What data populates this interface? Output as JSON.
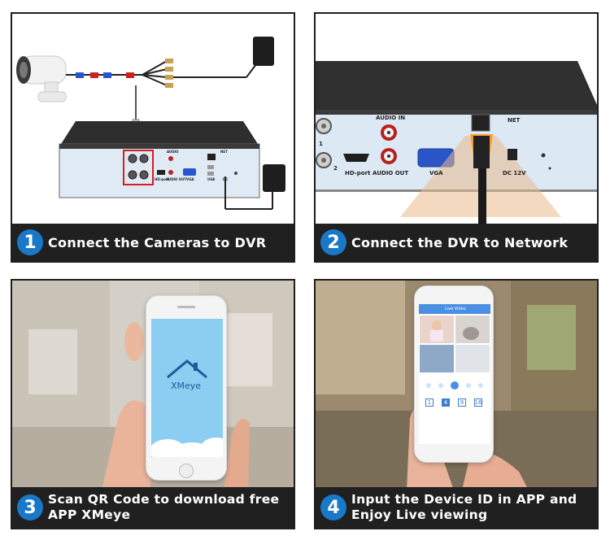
{
  "steps": [
    {
      "number": "1",
      "text": "Connect the Cameras to DVR"
    },
    {
      "number": "2",
      "text": "Connect the DVR to Network"
    },
    {
      "number": "3",
      "line1": "Scan QR Code to download free",
      "line2": "APP XMeye"
    },
    {
      "number": "4",
      "line1": "Input the Device ID in APP and",
      "line2": "Enjoy Live viewing"
    }
  ],
  "dvr_ports": {
    "audio_in": "AUDIO IN",
    "audio_out": "AUDIO OUT",
    "hd_port": "HD-port",
    "vga": "VGA",
    "net": "NET",
    "dc": "DC 12V",
    "bnc1": "1",
    "bnc2": "2"
  },
  "dvr_ports_small": {
    "audio": "AUDIO",
    "hd_port": "HD-port",
    "audio_out": "AUDIO OUT",
    "vga": "VGA",
    "usb": "USB",
    "net": "NET",
    "dc": "DC"
  },
  "app": {
    "name": "XMeye",
    "screen_title": "Live Video",
    "channels": [
      "1",
      "4",
      "9",
      "16"
    ],
    "active_channel": "4"
  },
  "colors": {
    "badge": "#1978c8",
    "caption_bg": "#202020",
    "caption_text": "#ffffff"
  }
}
